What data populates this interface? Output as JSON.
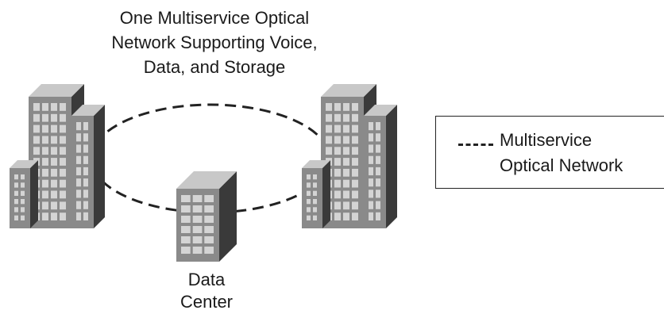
{
  "title_lines": [
    "One Multiservice Optical",
    "Network Supporting Voice,",
    "Data, and Storage"
  ],
  "data_center_label_lines": [
    "Data",
    "Center"
  ],
  "legend": {
    "line_style": "dashed",
    "label_lines": [
      "Multiservice",
      "Optical Network"
    ]
  },
  "colors": {
    "building_front": "#8a8a8a",
    "building_side": "#3a3a3a",
    "building_top": "#c8c8c8",
    "window": "#d4d4d4",
    "ring": "#222222"
  },
  "icons": [
    "office-building-icon",
    "office-building-icon",
    "data-center-building-icon"
  ]
}
